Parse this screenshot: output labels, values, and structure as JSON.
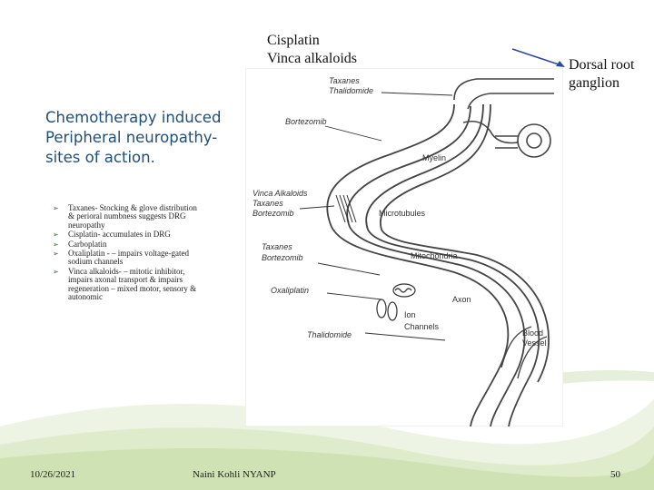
{
  "header": {
    "top_caption_line1": "Cisplatin",
    "top_caption_line2": "Vinca alkaloids",
    "drg_line1": "Dorsal root",
    "drg_line2": "ganglion"
  },
  "title": "Chemotherapy induced Peripheral neuropathy- sites of action.",
  "bullets": [
    "Taxanes- Stocking & glove distribution & perioral numbness suggests DRG neuropathy",
    "Cisplatin- accumulates in DRG",
    "Carboplatin",
    "Oxaliplatin - – impairs voltage-gated sodium channels",
    "Vinca alkaloids- – mitotic inhibitor, impairs axonal transport & impairs regeneration – mixed motor, sensory & autonomic"
  ],
  "diagram": {
    "taxanes_top": "Taxanes",
    "thalidomide_top": "Thalidomide",
    "bortezomib_top": "Bortezomib",
    "myelin": "Myelin",
    "vinca": "Vinca Alkaloids",
    "taxanes_mid": "Taxanes",
    "bortezomib_mid": "Bortezomib",
    "microtubules": "Microtubules",
    "taxanes_low": "Taxanes",
    "bortezomib_low": "Bortezomib",
    "mitochondria": "Mitochondria",
    "oxaliplatin": "Oxaliplatin",
    "axon": "Axon",
    "ion": "Ion",
    "channels": "Channels",
    "thalidomide_bottom": "Thalidomide",
    "blood": "Blood",
    "vessel": "Vessel"
  },
  "footer": {
    "date": "10/26/2021",
    "author": "Naini Kohli NYANP",
    "page": "50"
  },
  "colors": {
    "title": "#1f4e79",
    "arrow": "#2e4a9e",
    "bullet_arrow": "#2e5b31",
    "green_deco": "#a7c77f"
  }
}
